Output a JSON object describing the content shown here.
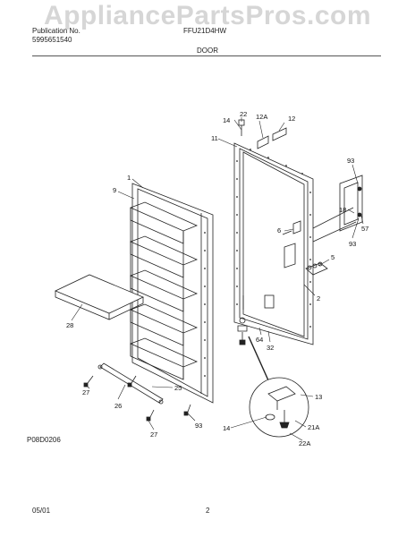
{
  "watermark": "AppliancePartsPros.com",
  "header": {
    "publication_label": "Publication No.",
    "publication_number": "5995651540",
    "model": "FFU21D4HW",
    "section": "DOOR"
  },
  "callouts": [
    {
      "id": "c22a",
      "label": "22"
    },
    {
      "id": "c14a",
      "label": "14"
    },
    {
      "id": "c12a",
      "label": "12A"
    },
    {
      "id": "c12",
      "label": "12"
    },
    {
      "id": "c11",
      "label": "11"
    },
    {
      "id": "c93a",
      "label": "93"
    },
    {
      "id": "c1",
      "label": "1"
    },
    {
      "id": "c9",
      "label": "9"
    },
    {
      "id": "c18",
      "label": "18"
    },
    {
      "id": "c57",
      "label": "57"
    },
    {
      "id": "c93b",
      "label": "93"
    },
    {
      "id": "c6",
      "label": "6"
    },
    {
      "id": "c5",
      "label": "5"
    },
    {
      "id": "c2",
      "label": "2"
    },
    {
      "id": "c28",
      "label": "28"
    },
    {
      "id": "c64",
      "label": "64"
    },
    {
      "id": "c32",
      "label": "32"
    },
    {
      "id": "c27a",
      "label": "27"
    },
    {
      "id": "c25",
      "label": "25"
    },
    {
      "id": "c26",
      "label": "26"
    },
    {
      "id": "c27b",
      "label": "27"
    },
    {
      "id": "c93c",
      "label": "93"
    },
    {
      "id": "c13",
      "label": "13"
    },
    {
      "id": "c14b",
      "label": "14"
    },
    {
      "id": "c21a",
      "label": "21A"
    },
    {
      "id": "c22b",
      "label": "22A"
    }
  ],
  "footer": {
    "figure_code": "P08D0206",
    "date": "05/01",
    "page": "2"
  },
  "colors": {
    "line": "#222222",
    "watermark": "#b4b4b4"
  }
}
